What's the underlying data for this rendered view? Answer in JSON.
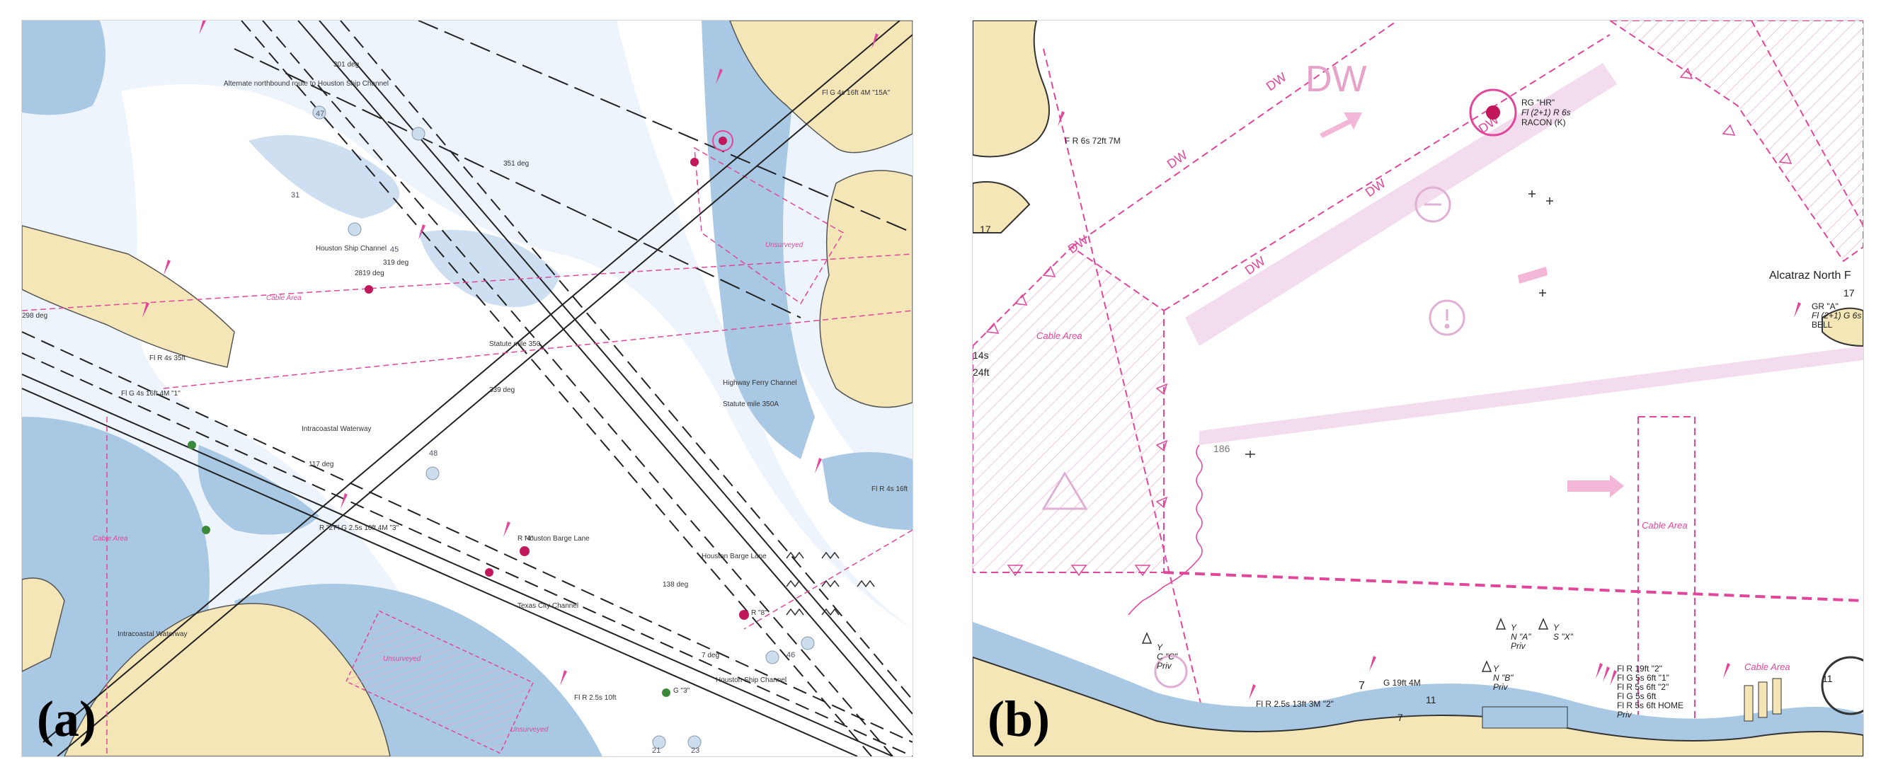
{
  "panels": [
    {
      "label": "(a)",
      "texts": {
        "alt_route": "Alternate northbound route to Houston Ship Channel",
        "hsc_a": "Houston Ship Channel",
        "hsc_b": "Houston Ship Channel",
        "ferry": "Highway Ferry Channel",
        "icw_a": "Intracoastal Waterway",
        "icw_b": "Intracoastal Waterway",
        "stat350": "Statute mile 350",
        "stat350a": "Statute mile 350A",
        "cable_a": "Cable Area",
        "cable_b": "Cable Area",
        "barge_lane": "Houston Barge Lane",
        "barge_lane2": "Houston Barge Lane",
        "texas": "Texas City Channel",
        "unsurv_a": "Unsurveyed",
        "unsurv_b": "Unsurveyed",
        "unsurv_c": "Unsurveyed",
        "d301": "301 deg",
        "d351": "351 deg",
        "d319": "319 deg",
        "d2819": "2819 deg",
        "d339": "339 deg",
        "d117": "117 deg",
        "d138": "138 deg",
        "d7": "7 deg",
        "d298": "298 deg",
        "light1": "Fl R 4s 35ft",
        "light2": "Fl G 4s 16ft 4M \"1\"",
        "light3": "Fl G 2.5s 10ft 4M \"3\"",
        "light4": "Fl R 2.5s 10ft",
        "light5": "Fl G 4s 16ft 4M \"15A\"",
        "light6": "Fl R 4s 16ft",
        "buoyR4": "R \"4\"",
        "buoyR8": "R \"8\"",
        "buoyG3": "G \"3\"",
        "buoyR2": "R \"2\"",
        "s45": "45",
        "s48": "48",
        "s31": "31",
        "s47": "47",
        "s21": "21",
        "s23": "23",
        "s46": "46"
      }
    },
    {
      "label": "(b)",
      "texts": {
        "dw1": "DW",
        "dw2": "DW",
        "dw3": "DW",
        "dw4": "DW",
        "dw5": "DW",
        "dw6": "DW",
        "dw7": "DW",
        "racon1": "RG \"HR\"",
        "racon2": "Fl (2+1) R 6s",
        "racon3": "RACON (K)",
        "alcatraz": "Alcatraz North F",
        "gr1": "GR \"A\"",
        "gr2": "Fl (2+1) G 6s",
        "gr3": "BELL",
        "light_top": "F R 6s 72ft 7M",
        "cable1": "Cable Area",
        "cable2": "Cable Area",
        "cable3": "Cable Area",
        "depth14": "14s",
        "depth24": "24ft",
        "depth186": "186",
        "y1": "Y",
        "y2": "C \"C\"",
        "y3": "Priv",
        "y4": "Y",
        "y5": "N \"A\"",
        "y6": "Priv",
        "y7": "Y",
        "y8": "S \"X\"",
        "y9": "Y",
        "y10": "N \"B\"",
        "y11": "Priv",
        "light_b1": "Fl R 2.5s 13ft 3M \"2\"",
        "light_b2": "G 19ft 4M",
        "light_b3": "Fl R 19ft \"2\"",
        "light_b4": "Fl G 5s 6ft \"1\"",
        "light_b5": "Fl R 5s 6ft \"2\"",
        "light_b6": "Fl G 5s 6ft",
        "light_b7": "Fl R 5s 6ft HOME",
        "light_b8": "Priv",
        "num7": "7",
        "num11": "11",
        "num11b": "11",
        "num17": "17",
        "num17b": "17",
        "num7b": "7"
      }
    }
  ],
  "colors": {
    "land": "#f5e6b8",
    "shallow": "#a9c8e3",
    "medium": "#cddff0",
    "deep": "#e8f0f8",
    "magenta": "#e0479a",
    "magenta_light": "#f0c0dc"
  }
}
